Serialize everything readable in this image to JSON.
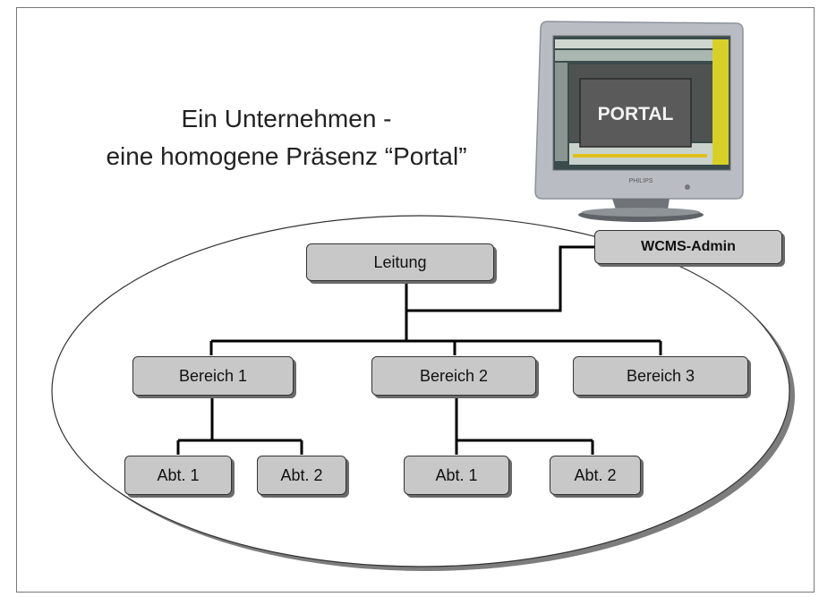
{
  "headline": {
    "line1": "Ein Unternehmen -",
    "line2": "eine homogene Präsenz “Portal”"
  },
  "monitor": {
    "screen_label": "PORTAL",
    "brand": "PHILIPS"
  },
  "org_chart": {
    "admin": "WCMS-Admin",
    "root": "Leitung",
    "areas": [
      "Bereich 1",
      "Bereich 2",
      "Bereich 3"
    ],
    "area1_departments": [
      "Abt. 1",
      "Abt. 2"
    ],
    "area2_departments": [
      "Abt. 1",
      "Abt. 2"
    ]
  },
  "colors": {
    "box_fill": "#c8c8c8",
    "portal_panel": "#5a5a5a",
    "monitor_body": "#b9bdc3"
  }
}
